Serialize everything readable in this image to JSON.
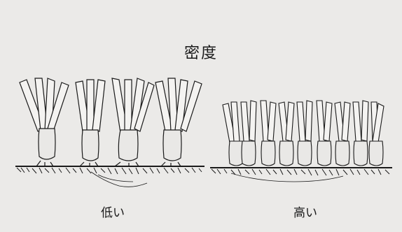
{
  "title": "密度",
  "panels": [
    {
      "label": "低い"
    },
    {
      "label": "高い"
    }
  ]
}
